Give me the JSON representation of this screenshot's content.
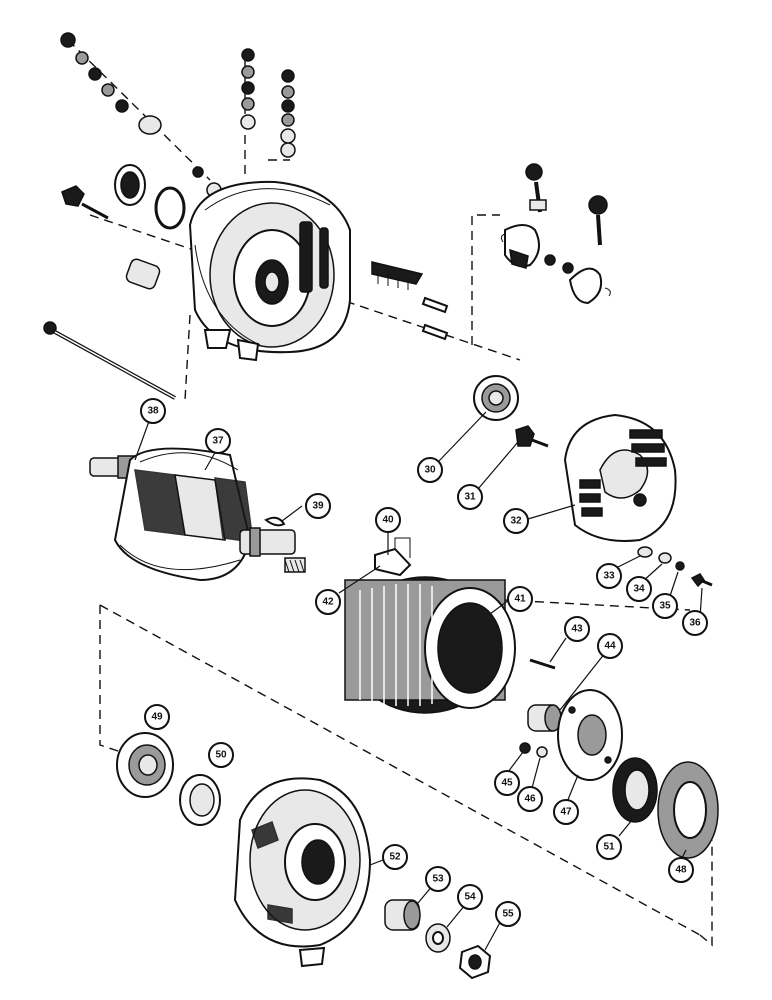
{
  "callouts": [
    {
      "id": "c30",
      "label": "30"
    },
    {
      "id": "c31",
      "label": "31"
    },
    {
      "id": "c32",
      "label": "32"
    },
    {
      "id": "c33",
      "label": "33"
    },
    {
      "id": "c34",
      "label": "34"
    },
    {
      "id": "c35",
      "label": "35"
    },
    {
      "id": "c36",
      "label": "36"
    },
    {
      "id": "c37",
      "label": "37"
    },
    {
      "id": "c38",
      "label": "38"
    },
    {
      "id": "c39",
      "label": "39"
    },
    {
      "id": "c40",
      "label": "40"
    },
    {
      "id": "c41",
      "label": "41"
    },
    {
      "id": "c42",
      "label": "42"
    },
    {
      "id": "c43",
      "label": "43"
    },
    {
      "id": "c44",
      "label": "44"
    },
    {
      "id": "c45",
      "label": "45"
    },
    {
      "id": "c46",
      "label": "46"
    },
    {
      "id": "c47",
      "label": "47"
    },
    {
      "id": "c48",
      "label": "48"
    },
    {
      "id": "c49",
      "label": "49"
    },
    {
      "id": "c50",
      "label": "50"
    },
    {
      "id": "c51",
      "label": "51"
    },
    {
      "id": "c52",
      "label": "52"
    },
    {
      "id": "c53",
      "label": "53"
    },
    {
      "id": "c54",
      "label": "54"
    },
    {
      "id": "c55",
      "label": "55"
    }
  ]
}
